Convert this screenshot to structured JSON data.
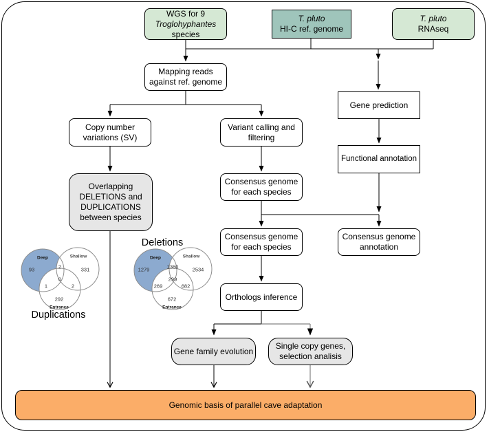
{
  "diagram": {
    "nodes": {
      "wgs": {
        "line1": "WGS for 9",
        "line2": "Troglohyphantes",
        "line3": "species"
      },
      "hic": {
        "line1": "T. pluto",
        "line2": "HI-C ref. genome"
      },
      "rnaseq": {
        "line1": "T. pluto",
        "line2": "RNAseq"
      },
      "mapping": {
        "line1": "Mapping reads",
        "line2": "against ref. genome"
      },
      "cnv": {
        "line1": "Copy number",
        "line2": "variations (SV)"
      },
      "variant": {
        "line1": "Variant calling and",
        "line2": "filtering"
      },
      "gene_prediction": {
        "line1": "Gene prediction"
      },
      "functional_annotation": {
        "line1": "Functional annotation"
      },
      "overlap": {
        "line1": "Overlapping",
        "line2": "DELETIONS and",
        "line3": "DUPLICATIONS",
        "line4": "between species"
      },
      "consensus1": {
        "line1": "Consensus genome",
        "line2": "for each species"
      },
      "consensus2": {
        "line1": "Consensus genome",
        "line2": "for each species"
      },
      "consensus_annotation": {
        "line1": "Consensus genome",
        "line2": "annotation"
      },
      "orthologs": {
        "line1": "Orthologs inference"
      },
      "gene_family": {
        "line1": "Gene family evolution"
      },
      "single_copy": {
        "line1": "Single copy genes,",
        "line2": "selection analisis"
      },
      "outcome": {
        "line1": "Genomic basis of parallel cave adaptation"
      }
    },
    "venns": [
      {
        "title": "Duplications",
        "regions": {
          "deep_label": "Deep",
          "shallow_label": "Shallow",
          "entrance_label": "Entrance",
          "deep": "93",
          "shallow": "331",
          "deep_shallow": "2",
          "deep_shallow_entrance": "0",
          "deep_entrance": "1",
          "shallow_entrance": "2",
          "entrance": "292"
        }
      },
      {
        "title": "Deletions",
        "regions": {
          "deep_label": "Deep",
          "shallow_label": "Shallow",
          "entrance_label": "Entrance",
          "deep": "1279",
          "shallow": "2534",
          "deep_shallow": "1360",
          "deep_shallow_entrance": "299",
          "deep_entrance": "269",
          "shallow_entrance": "682",
          "entrance": "672"
        }
      }
    ],
    "colors": {
      "green_fill": "#d5e8d4",
      "teal_fill": "#9fc5bb",
      "gray_fill": "#e6e6e6",
      "orange_fill": "#fbad68",
      "venn_deep_blue": "#8caacf",
      "edge_black": "#000000",
      "edge_gray": "#828282"
    }
  }
}
